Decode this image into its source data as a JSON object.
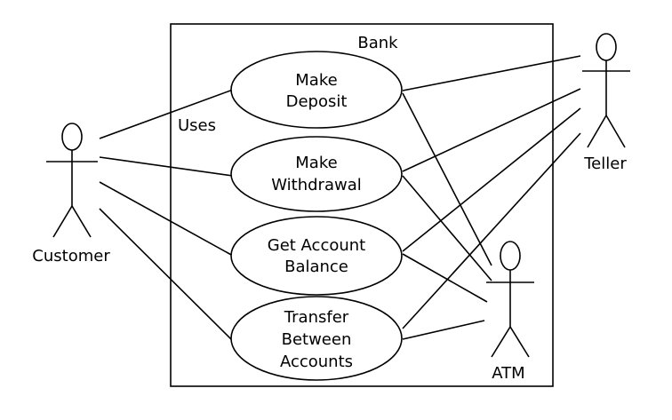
{
  "system": {
    "label": "Bank"
  },
  "relationship_label": "Uses",
  "actors": {
    "customer": "Customer",
    "teller": "Teller",
    "atm": "ATM"
  },
  "use_cases": {
    "deposit": {
      "line1": "Make",
      "line2": "Deposit"
    },
    "withdrawal": {
      "line1": "Make",
      "line2": "Withdrawal"
    },
    "balance": {
      "line1": "Get Account",
      "line2": "Balance"
    },
    "transfer": {
      "line1": "Transfer",
      "line2": "Between",
      "line3": "Accounts"
    }
  }
}
